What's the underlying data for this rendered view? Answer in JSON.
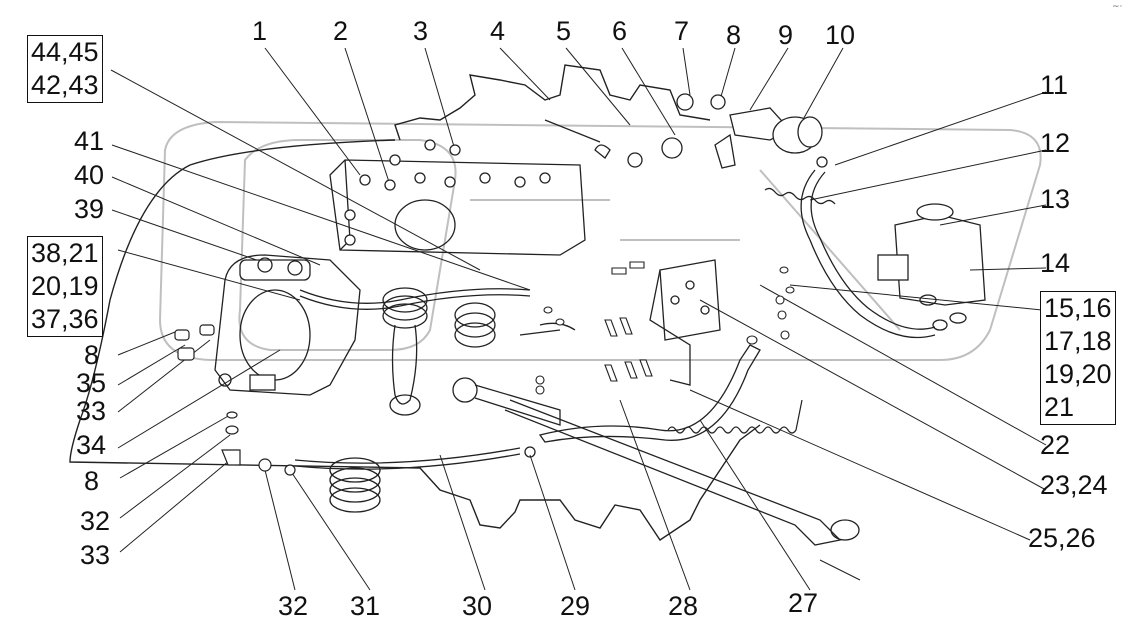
{
  "callouts": {
    "c1": "1",
    "c2": "2",
    "c3": "3",
    "c4": "4",
    "c5": "5",
    "c6": "6",
    "c7": "7",
    "c8a": "8",
    "c9": "9",
    "c10": "10",
    "c11": "11",
    "c12": "12",
    "c13": "13",
    "c14": "14",
    "c22": "22",
    "c23_24": "23,24",
    "c25_26": "25,26",
    "c27": "27",
    "c28": "28",
    "c29": "29",
    "c30": "30",
    "c31": "31",
    "c32a": "32",
    "c33a": "33",
    "c32b": "32",
    "c8b": "8",
    "c34": "34",
    "c33b": "33",
    "c35": "35",
    "c8c": "8",
    "c39": "39",
    "c40": "40",
    "c41": "41"
  },
  "boxes": {
    "top_left": [
      "44,45",
      "42,43"
    ],
    "mid_left": [
      "38,21",
      "20,19",
      "37,36"
    ],
    "right": [
      "15,16",
      "17,18",
      "19,20",
      "21"
    ]
  },
  "corner_mark": "~·"
}
